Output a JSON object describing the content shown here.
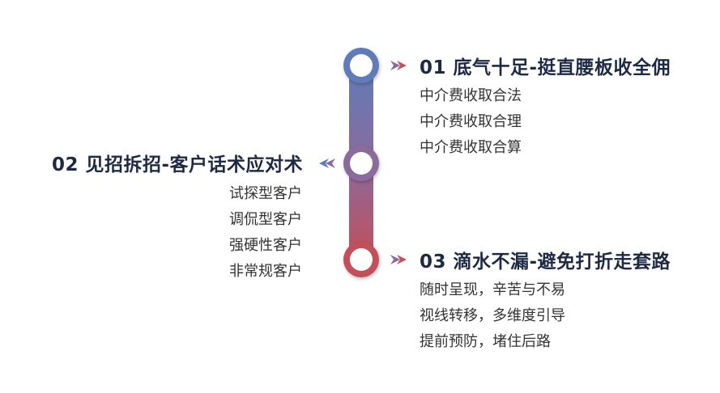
{
  "colors": {
    "top": "#5f7cb9",
    "middle": "#8b6a9c",
    "bottom": "#c24f5a",
    "heading_text": "#1e2a44",
    "item_text": "#333333"
  },
  "icons": {
    "right_arrow": "double-chevron-right-icon",
    "left_arrow": "double-chevron-left-icon"
  },
  "sections": [
    {
      "title": "01 底气十足-挺直腰板收全佣",
      "items": [
        "中介费收取合法",
        "中介费收取合理",
        "中介费收取合算"
      ]
    },
    {
      "title": "02 见招拆招-客户话术应对术",
      "items": [
        "试探型客户",
        "调侃型客户",
        "强硬性客户",
        "非常规客户"
      ]
    },
    {
      "title": "03 滴水不漏-避免打折走套路",
      "items": [
        "随时呈现，辛苦与不易",
        "视线转移，多维度引导",
        "提前预防，堵住后路"
      ]
    }
  ]
}
